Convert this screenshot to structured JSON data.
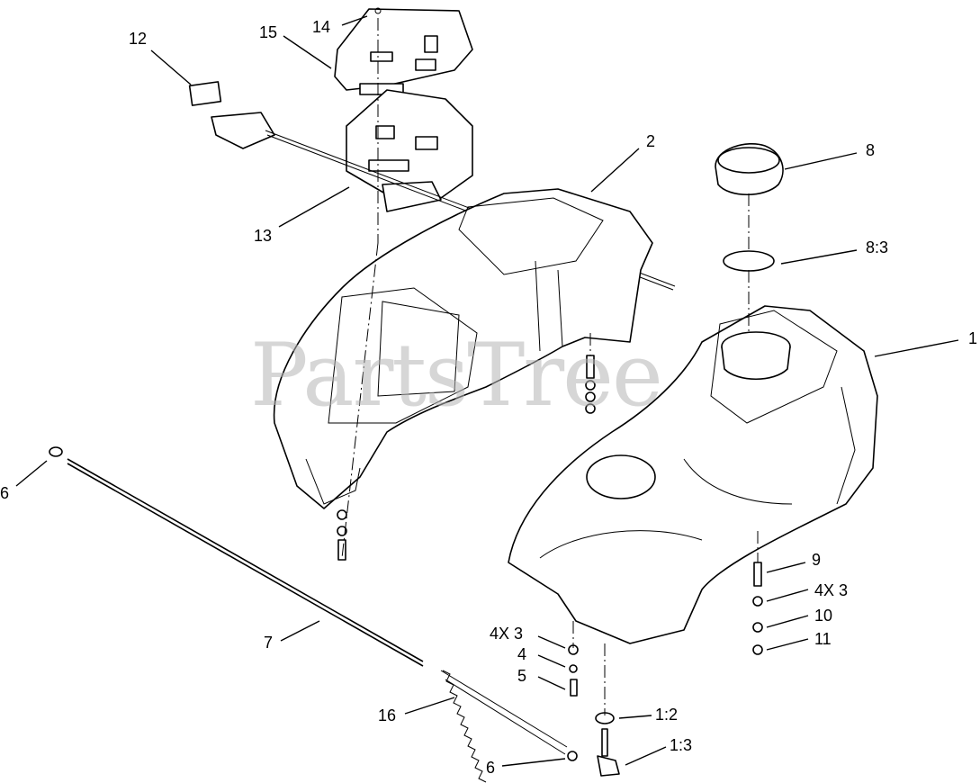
{
  "watermark": "PartsTree",
  "callouts": {
    "c1": "1",
    "c2": "2",
    "c4x3_right": "4X 3",
    "c4x3_left": "4X 3",
    "c4": "4",
    "c5": "5",
    "c6_left": "6",
    "c6_bottom": "6",
    "c7": "7",
    "c8": "8",
    "c8_3": "8:3",
    "c9": "9",
    "c10": "10",
    "c11": "11",
    "c12": "12",
    "c13": "13",
    "c14": "14",
    "c15": "15",
    "c16": "16",
    "c1_2": "1:2",
    "c1_3": "1:3"
  }
}
